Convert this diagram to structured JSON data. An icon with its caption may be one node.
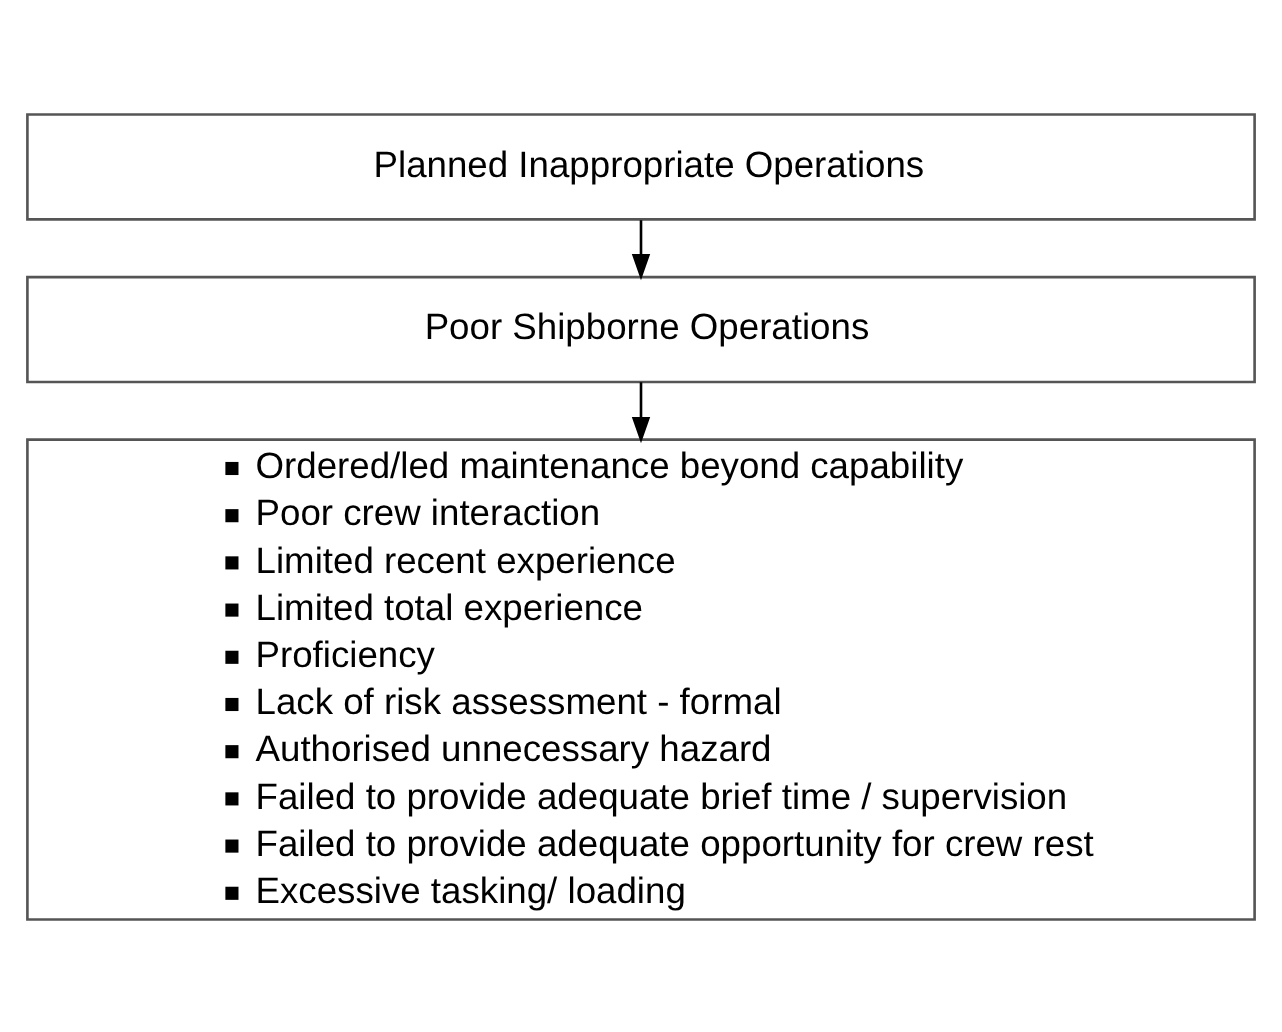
{
  "diagram": {
    "nodes": [
      {
        "text": [
          "Planned Inappropriate Operations"
        ]
      },
      {
        "text": [
          "Poor Shipborne Operations"
        ]
      },
      {
        "text": [
          "Ordered/led maintenance beyond capability",
          "Poor crew interaction",
          "Limited recent experience",
          "Limited total experience",
          "Proficiency",
          "Lack of risk assessment - formal",
          "Authorised unnecessary hazard",
          "Failed to provide adequate brief time / supervision",
          "Failed to provide adequate opportunity for crew rest",
          "Excessive tasking/ loading"
        ]
      }
    ],
    "edges": [
      {
        "from": 0,
        "to": 1,
        "arrow": "to"
      },
      {
        "from": 1,
        "to": 2,
        "arrow": "to"
      }
    ]
  }
}
